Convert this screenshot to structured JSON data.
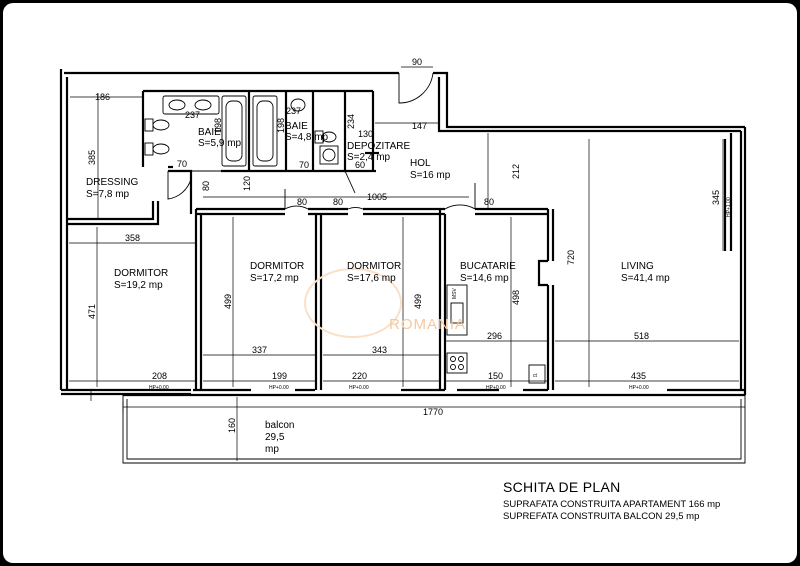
{
  "title": {
    "heading": "SCHITA DE PLAN",
    "line1": "SUPRAFATA CONSTRUITA APARTAMENT 166 mp",
    "line2": "SUPREFATA CONSTRUITA BALCON 29,5 mp"
  },
  "watermark": "ROMANIA",
  "rooms": {
    "dressing": {
      "name": "DRESSING",
      "area": "S=7,8 mp"
    },
    "baie1": {
      "name": "BAIE",
      "area": "S=5,9 mp"
    },
    "baie2": {
      "name": "BAIE",
      "area": "S=4,8 mp"
    },
    "depozitare": {
      "name": "DEPOZITARE",
      "area": "S=2,4 mp"
    },
    "hol": {
      "name": "HOL",
      "area": "S=16 mp"
    },
    "dormitor1": {
      "name": "DORMITOR",
      "area": "S=19,2 mp"
    },
    "dormitor2": {
      "name": "DORMITOR",
      "area": "S=17,2 mp"
    },
    "dormitor3": {
      "name": "DORMITOR",
      "area": "S=17,6 mp"
    },
    "bucatarie": {
      "name": "BUCATARIE",
      "area": "S=14,6 mp"
    },
    "living": {
      "name": "LIVING",
      "area": "S=41,4 mp"
    },
    "balcon": {
      "name": "balcon",
      "area1": "29,5",
      "area2": "mp"
    }
  },
  "dimensions": {
    "d90": "90",
    "d186": "186",
    "d385": "385",
    "d237a": "237",
    "d237b": "237",
    "d198a": "198",
    "d198b": "198",
    "d234": "234",
    "d130": "130",
    "d147": "147",
    "d70a": "70",
    "d70b": "70",
    "d60": "60",
    "d80a": "80",
    "d120": "120",
    "d80b": "80",
    "d80c": "80",
    "d1005": "1005",
    "d80d": "80",
    "d212": "212",
    "d345": "345",
    "d358": "358",
    "d471": "471",
    "d499a": "499",
    "d499b": "499",
    "d498": "498",
    "d720": "720",
    "d337": "337",
    "d343": "343",
    "d296": "296",
    "d518": "518",
    "d208": "208",
    "d199": "199",
    "d220": "220",
    "d150": "150",
    "d435": "435",
    "d1770": "1770",
    "d160": "160"
  },
  "marks": {
    "hp": "HP+0.00",
    "hp_living": "HP+1.00",
    "msv": "MSV",
    "ct": "ct"
  }
}
